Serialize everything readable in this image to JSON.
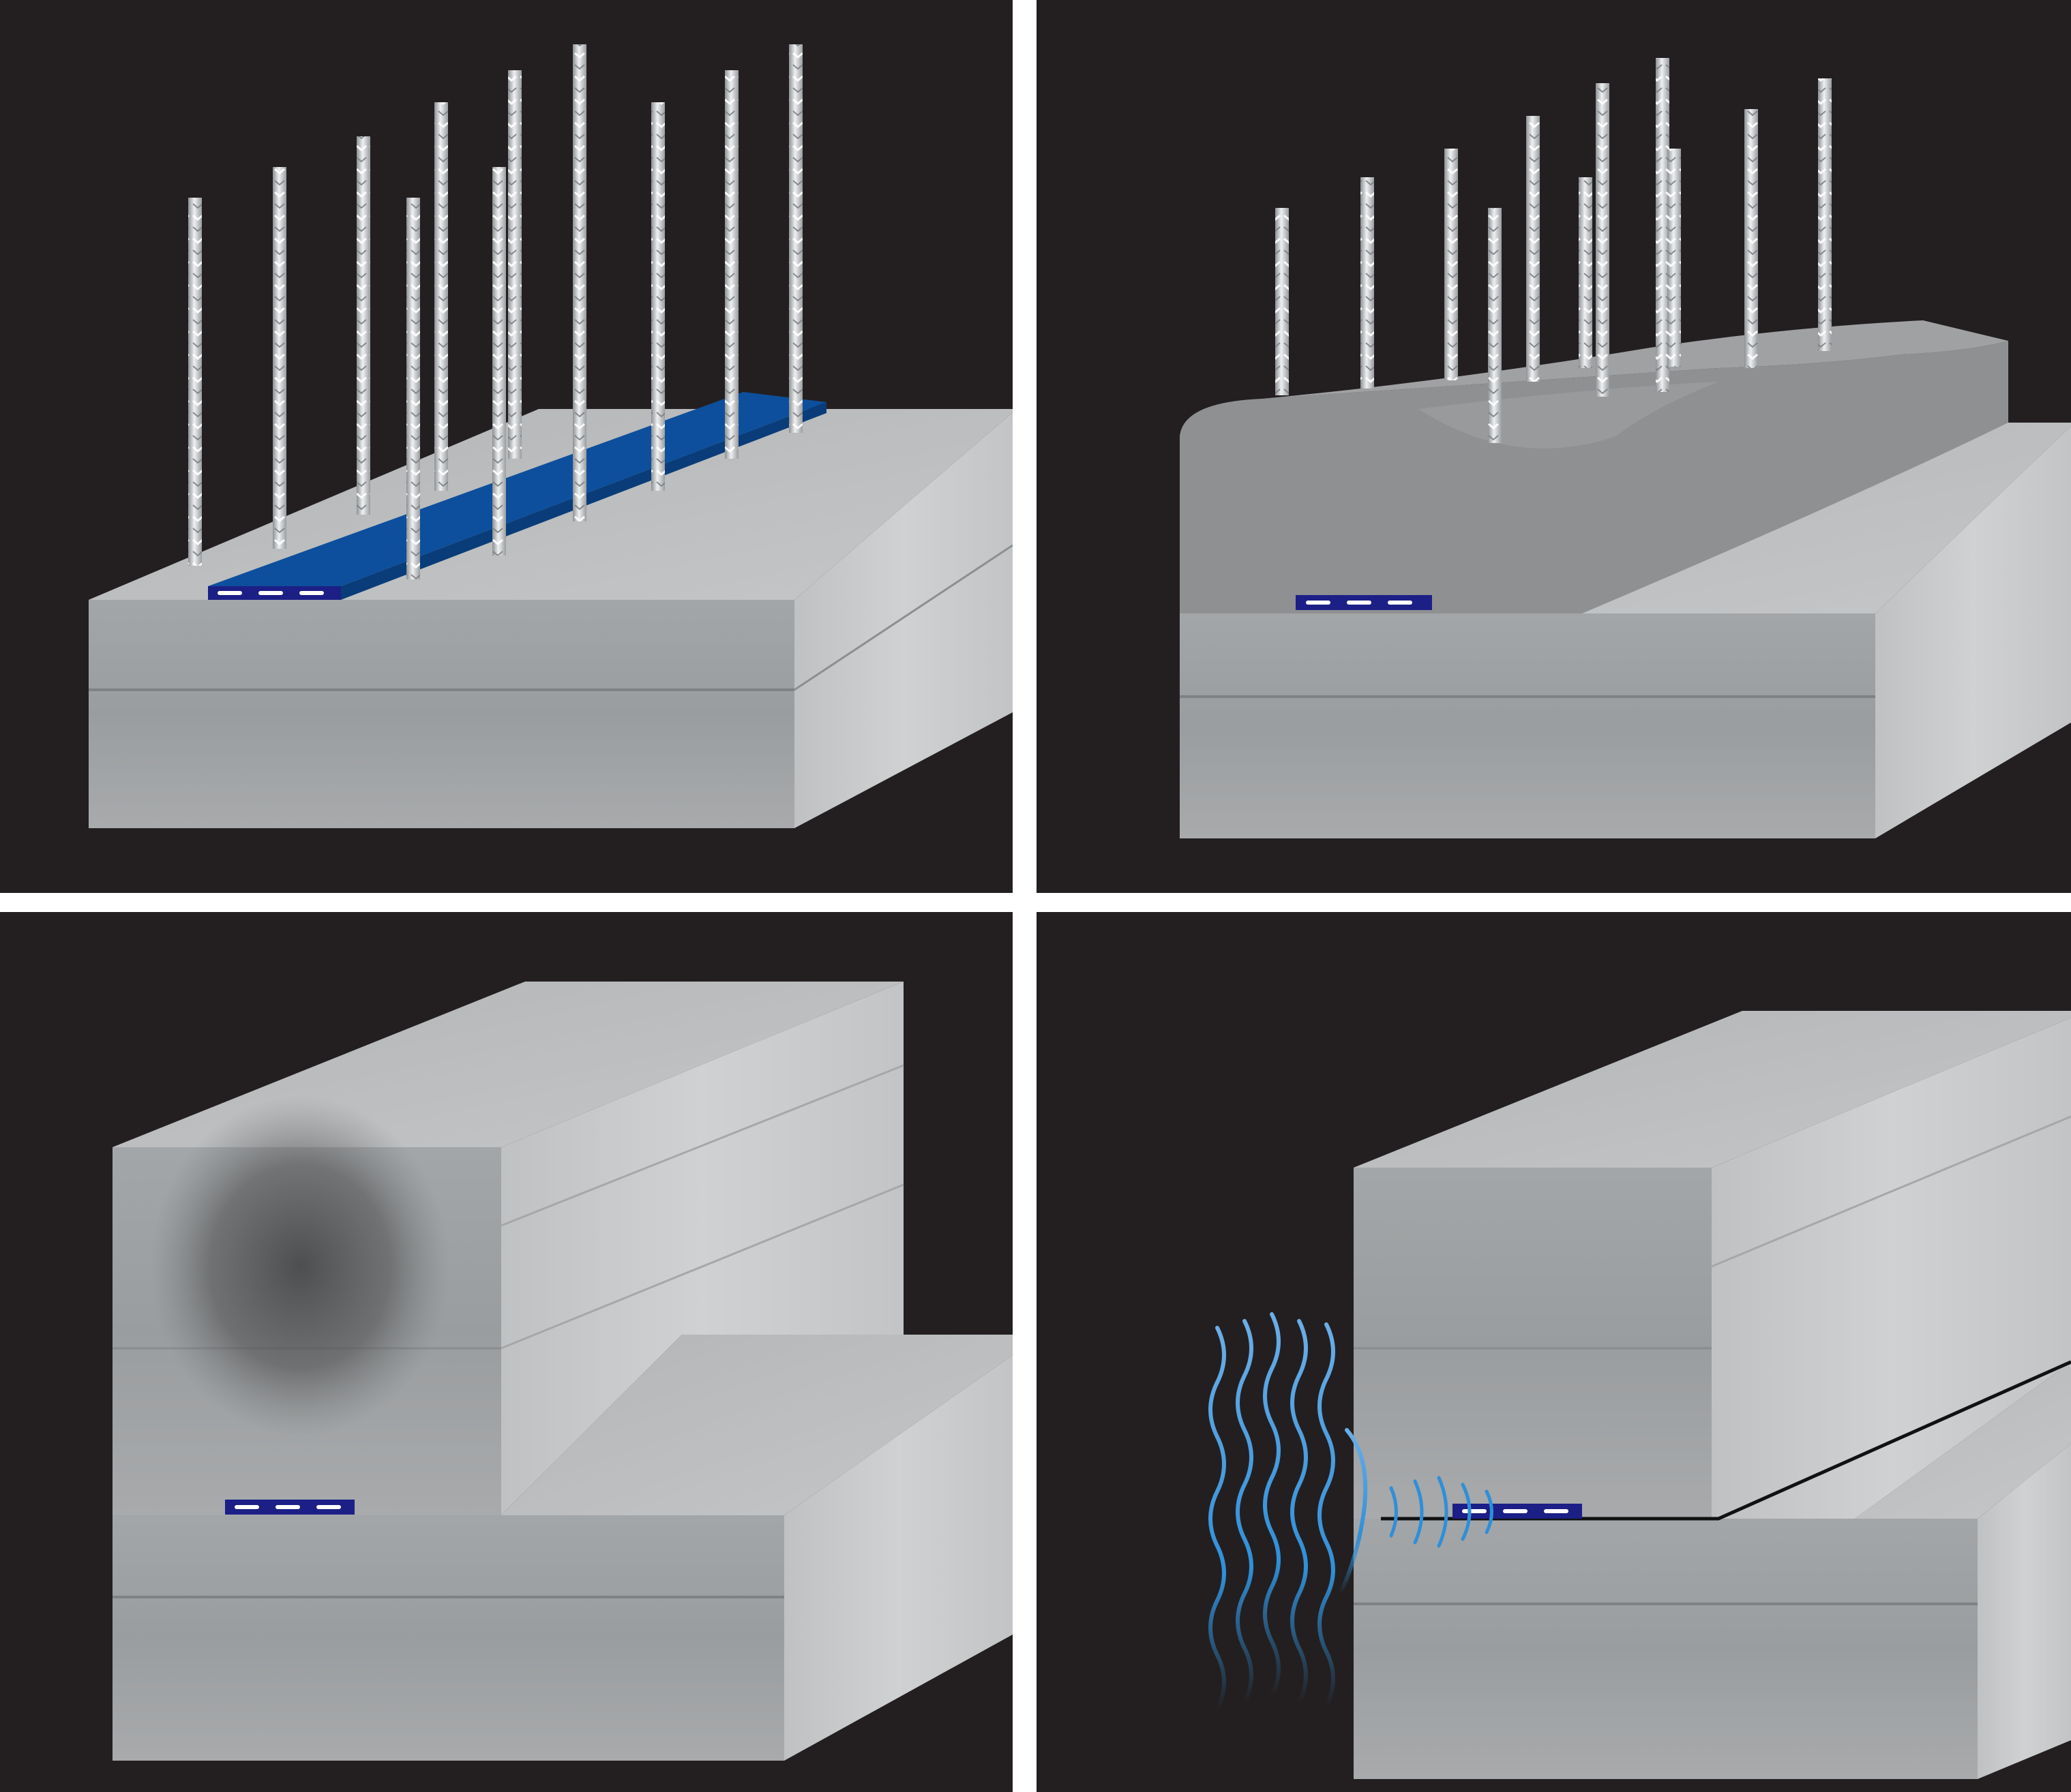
{
  "panels": [
    {
      "id": "step-1-rebar-and-waterstop"
    },
    {
      "id": "step-2-fresh-concrete-pour"
    },
    {
      "id": "step-3-cured-wall"
    },
    {
      "id": "step-4-water-blocked"
    }
  ],
  "colors": {
    "background": "#231f20",
    "divider": "#ffffff",
    "concrete_front": "#9c9fa1",
    "concrete_top": "#b9bbbd",
    "concrete_side": "#c9cacc",
    "fresh_concrete": "#8f9092",
    "waterstop_blue": "#0d4f9c",
    "waterstop_navy": "#1c1f86",
    "waterstop_dash": "#ffffff",
    "rebar": "#c7c9cc",
    "water_wave": "#2f8fd8",
    "joint_line": "#111111"
  }
}
